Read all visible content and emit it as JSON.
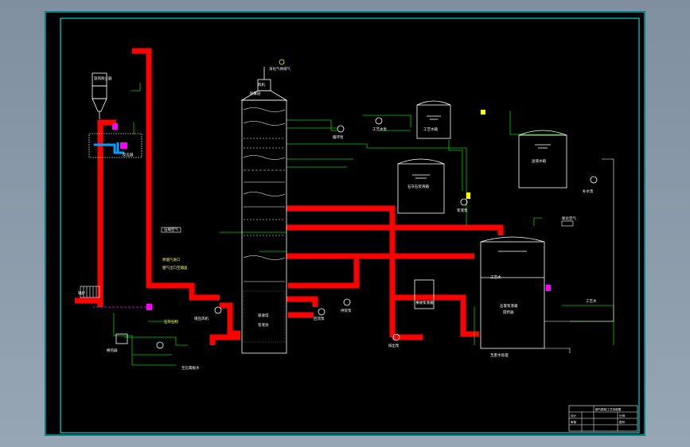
{
  "drawing": {
    "labels": {
      "exhaust_top": "净化气体排气",
      "fan": "风机",
      "absorber_top": "除雾层",
      "cyclone": "旋风除尘器",
      "reactor": "反应器",
      "pump_a": "循环泵",
      "pump_b": "工艺水泵",
      "tank_1": "工艺水箱",
      "tank_2": "石灰石浆液箱",
      "tank_3": "滤液水箱",
      "tank_4": "石膏浆液箱",
      "pump_c": "补水泵",
      "pump_d": "浆液泵",
      "pump_e": "排出泵",
      "pump_f": "供浆泵",
      "pump_g": "回流泵",
      "air_in": "压缩空气",
      "flue_in": "原烟气进口",
      "flue_out": "烟气出口至烟囱",
      "oxid_air": "氧化空气",
      "gypsum": "至石膏脱水",
      "lime": "石灰石粉",
      "water": "工艺水",
      "water_2": "工艺水",
      "absorber": "吸收塔",
      "slurry": "浆液池",
      "boiler": "锅炉",
      "fan_2": "增压风机",
      "heat": "换热器",
      "vessel": "事故浆液箱",
      "agitator": "搅拌器",
      "to_pond": "至废水处理"
    },
    "title_block": {
      "line1": "烟气脱硫工艺流程图",
      "line2": "设计",
      "line3": "审核",
      "line4": "比例",
      "line5": "图号"
    },
    "colors": {
      "frame": "#00ffff",
      "pipe_main": "#ff0000",
      "pipe_water": "#00cc00",
      "equipment": "#ffffff",
      "instrument": "#ff00ff",
      "duct_blue": "#00a0ff",
      "accent": "#ffff00"
    }
  }
}
